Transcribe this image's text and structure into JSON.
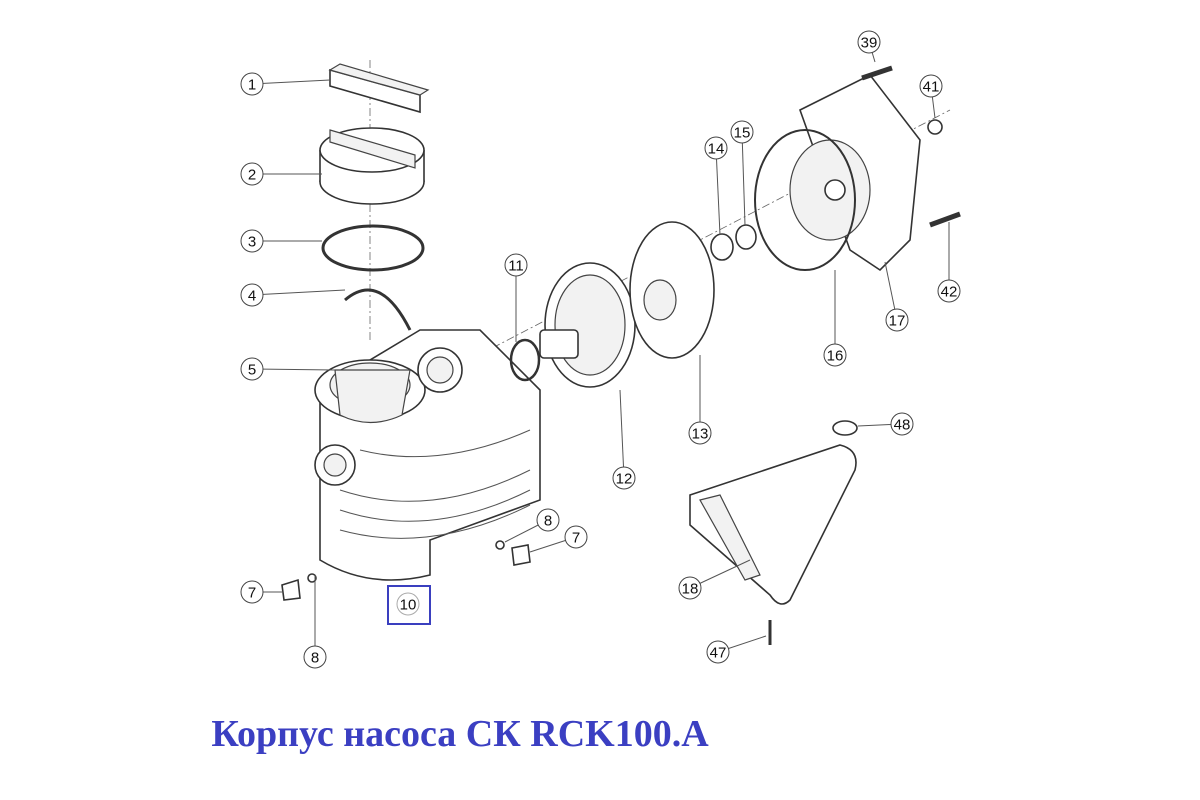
{
  "title": "Корпус насоса СК RCK100.A",
  "highlighted_part": "10",
  "callouts": [
    "1",
    "2",
    "3",
    "4",
    "5",
    "7",
    "8",
    "10",
    "8",
    "7",
    "11",
    "12",
    "13",
    "14",
    "15",
    "16",
    "17",
    "18",
    "39",
    "41",
    "42",
    "47",
    "48"
  ],
  "colors": {
    "title": "#3b3fc2",
    "highlight": "#3a3fbf"
  }
}
